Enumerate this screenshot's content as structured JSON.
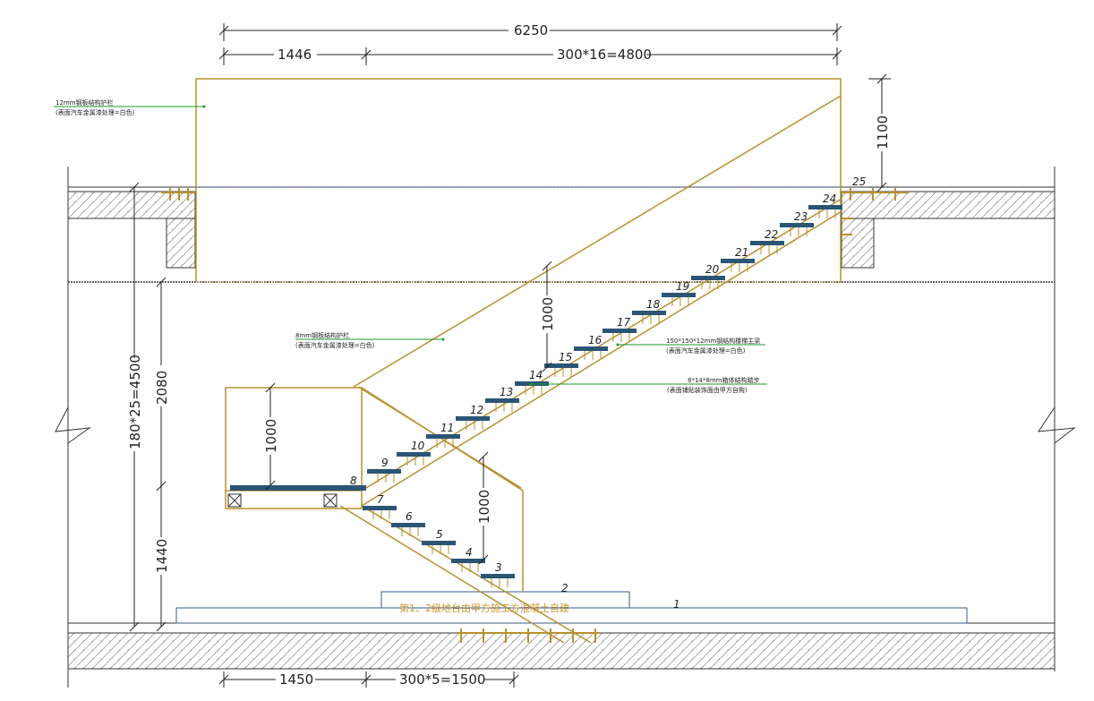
{
  "dimensions": {
    "top_total": "6250",
    "top_left": "1446",
    "top_right": "300*16=4800",
    "bottom_left": "1450",
    "bottom_right": "300*5=1500",
    "left_total": "180*25=4500",
    "left_upper": "2080",
    "left_lower": "1440",
    "rail_top": "1100",
    "rail_mid": "1000",
    "rail_landing": "1000",
    "rail_lower": "1000"
  },
  "annotations": {
    "top_guard_title": "12mm钢板结构护栏",
    "top_guard_sub": "(表面汽车金属漆处理=白色)",
    "mid_guard_title": "8mm钢板结构护栏",
    "mid_guard_sub": "(表面汽车金属漆处理=白色)",
    "beam_title": "150*150*12mm钢结构楼梯主梁",
    "beam_sub": "(表面汽车金属漆处理=白色)",
    "step_title": "8*14*8mm箱体结构踏步",
    "step_sub": "(表面铺贴装饰面由甲方自购)",
    "base_note": "第1、2级地台由甲方施工方混凝土自建",
    "base_label_1": "1",
    "base_label_2": "2"
  },
  "steps": [
    "3",
    "4",
    "5",
    "6",
    "7",
    "8",
    "9",
    "10",
    "11",
    "12",
    "13",
    "14",
    "15",
    "16",
    "17",
    "18",
    "19",
    "20",
    "21",
    "22",
    "23",
    "24",
    "25"
  ],
  "colors": {
    "steel": "#b8912f",
    "tread": "#2a5575",
    "green_leader": "#1a9a2a",
    "line": "#333333"
  }
}
